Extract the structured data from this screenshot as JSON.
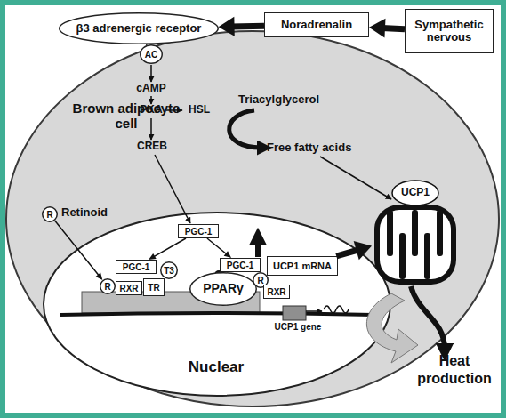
{
  "diagram": {
    "nodes": [
      {
        "text": [
          "Sympathetic nervous"
        ]
      },
      {
        "text": [
          "Noradrenalin"
        ]
      },
      {
        "text": [
          "β3 adrenergic receptor"
        ]
      },
      {
        "text": [
          "AC"
        ]
      },
      {
        "text": [
          "Brown adipocyte cell"
        ]
      },
      {
        "text": [
          "R",
          "Retinoid"
        ],
        "in": 4
      },
      {
        "text": [
          "Nuclear"
        ],
        "in": 4
      },
      {
        "text": [
          "PGC-1"
        ],
        "in": 6
      },
      {
        "text": [
          "PGC-1"
        ],
        "in": 6
      },
      {
        "text": [
          "T3"
        ],
        "in": 6
      },
      {
        "text": [
          "PGC-1"
        ],
        "in": 6
      },
      {
        "text": [
          "UCP1 mRNA"
        ],
        "in": 6
      },
      {
        "text": [
          "R"
        ],
        "in": 6
      },
      {
        "text": [
          "RXR"
        ],
        "in": 6
      },
      {
        "text": [
          "TR"
        ],
        "in": 6
      },
      {
        "text": [
          "PPARγ"
        ],
        "in": 6
      },
      {
        "text": [
          "R"
        ],
        "in": 6
      },
      {
        "text": [
          "RXR"
        ],
        "in": 6
      },
      {
        "text": [
          "UCP1"
        ],
        "in": 4
      }
    ],
    "edges": [
      {
        "from": 0,
        "to": 1,
        "arrow": "to"
      },
      {
        "from": 1,
        "to": 2,
        "arrow": "to"
      },
      {
        "from": 2,
        "to": 3,
        "arrow": "none"
      },
      {
        "from": 7,
        "to": 8,
        "arrow": "to"
      },
      {
        "from": 7,
        "to": 10,
        "arrow": "to"
      },
      {
        "from": 5,
        "to": 12,
        "arrow": "to"
      },
      {
        "from": 11,
        "to": 18,
        "arrow": "to"
      }
    ],
    "labels": [
      "cAMP",
      "PKA",
      "HSL",
      "CREB",
      "Triacylglycerol",
      "Free fatty acids",
      "UCP1 gene",
      "Heat production"
    ]
  }
}
